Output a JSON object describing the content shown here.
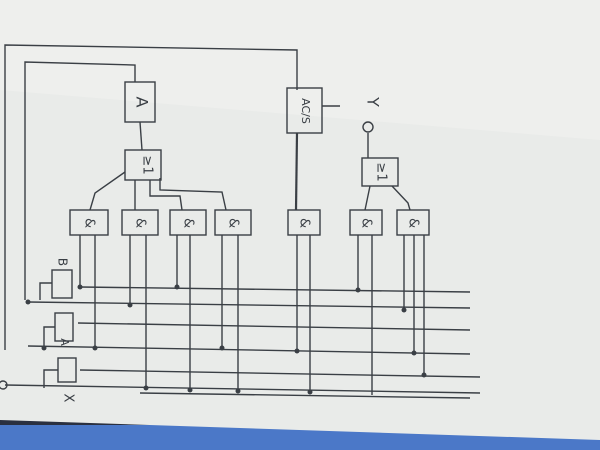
{
  "colors": {
    "paper": "#e9ebe9",
    "paper_shadow": "#d4d7d6",
    "ink": "#3a3f45",
    "desk": "#2a3040",
    "desk_blue": "#4b78c8"
  },
  "labels": {
    "input_x": "X",
    "gate_a": "A",
    "gate_b": "B",
    "or_left": "≥1",
    "or_right": "≥1",
    "and_sym": "&",
    "top_block": "A",
    "right_block": "AC/S",
    "output": "Y"
  }
}
